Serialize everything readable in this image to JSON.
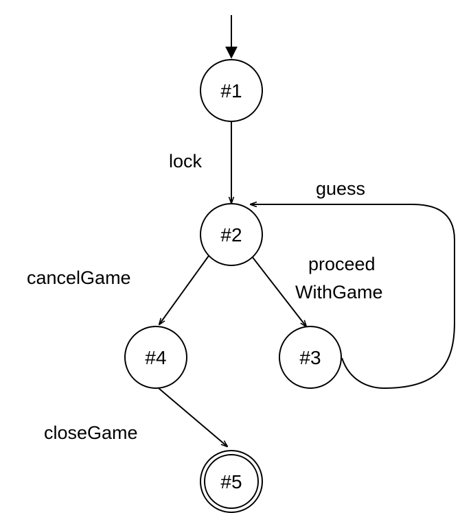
{
  "states": {
    "s1": "#1",
    "s2": "#2",
    "s3": "#3",
    "s4": "#4",
    "s5": "#5"
  },
  "transitions": {
    "lock": "lock",
    "guess": "guess",
    "cancel": "cancelGame",
    "proceed_line1": "proceed",
    "proceed_line2": "WithGame",
    "close": "closeGame"
  },
  "final_state": "#5",
  "initial_state": "#1"
}
